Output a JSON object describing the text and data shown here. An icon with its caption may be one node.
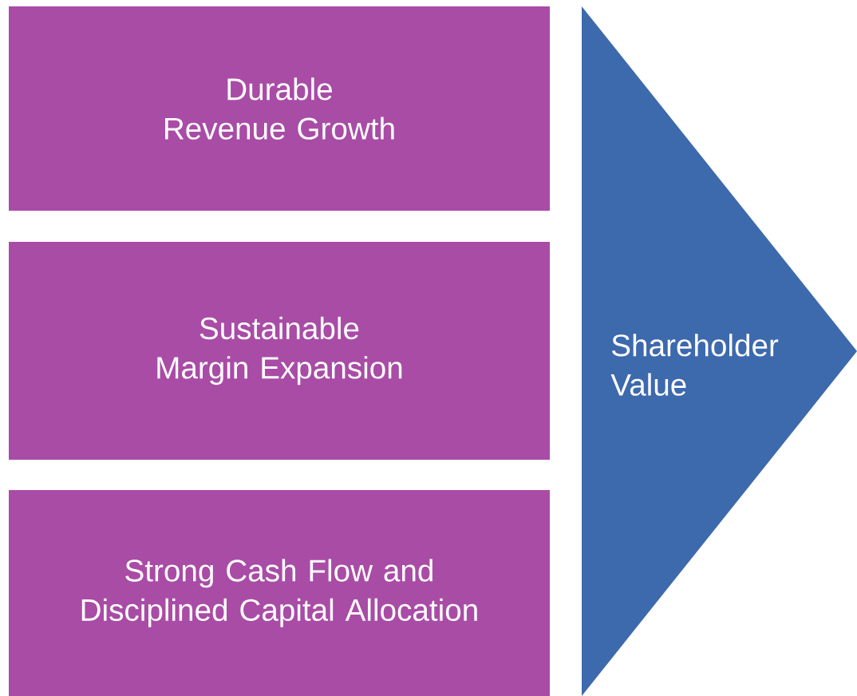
{
  "diagram": {
    "nodes": [
      {
        "text": [
          "Durable Revenue Growth"
        ]
      },
      {
        "text": [
          "Sustainable Margin Expansion"
        ]
      },
      {
        "text": [
          "Strong Cash Flow and Disciplined Capital Allocation"
        ]
      },
      {
        "text": [
          "Shareholder Value"
        ]
      }
    ]
  }
}
